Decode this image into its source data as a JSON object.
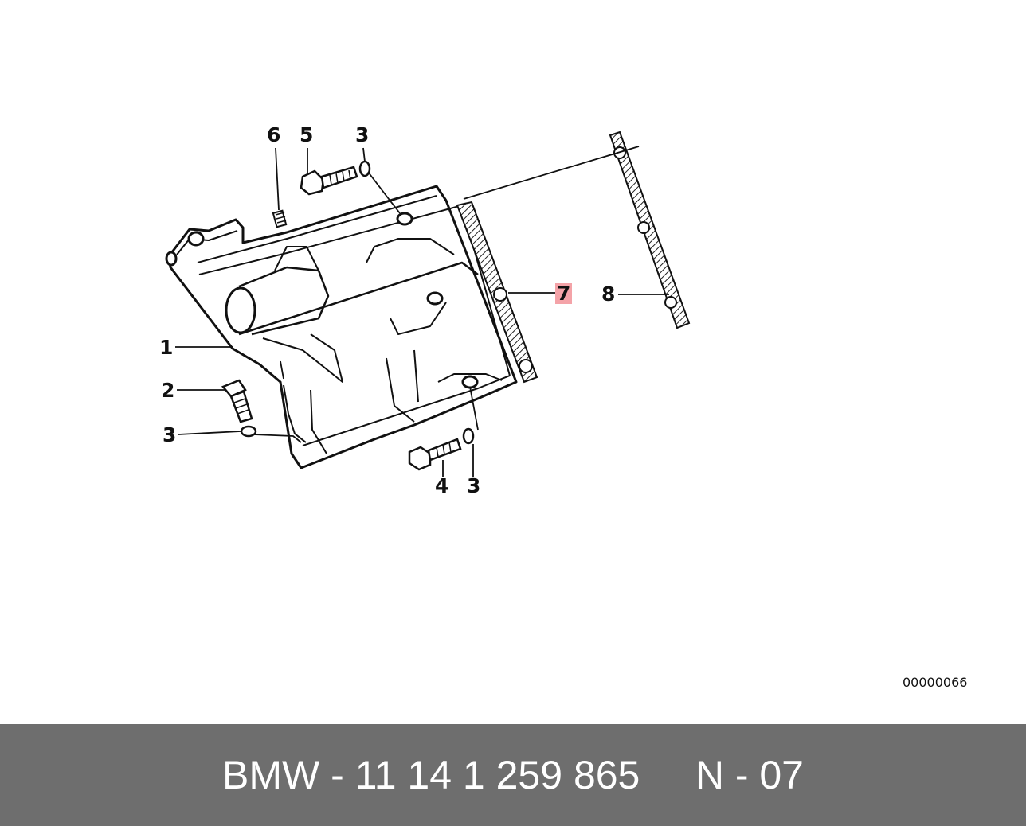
{
  "callouts": [
    {
      "id": "c1",
      "label": "1"
    },
    {
      "id": "c2",
      "label": "2"
    },
    {
      "id": "c3a",
      "label": "3"
    },
    {
      "id": "c3b",
      "label": "3"
    },
    {
      "id": "c3c",
      "label": "3"
    },
    {
      "id": "c4",
      "label": "4"
    },
    {
      "id": "c5",
      "label": "5"
    },
    {
      "id": "c6",
      "label": "6"
    },
    {
      "id": "c7",
      "label": "7",
      "highlight_color": "#f4a3a8"
    },
    {
      "id": "c8",
      "label": "8"
    }
  ],
  "image_code": "00000066",
  "footer": {
    "text": "BMW - 11 14 1 259 865     N - 07",
    "background": "#6e6e6e",
    "text_color": "#ffffff"
  }
}
